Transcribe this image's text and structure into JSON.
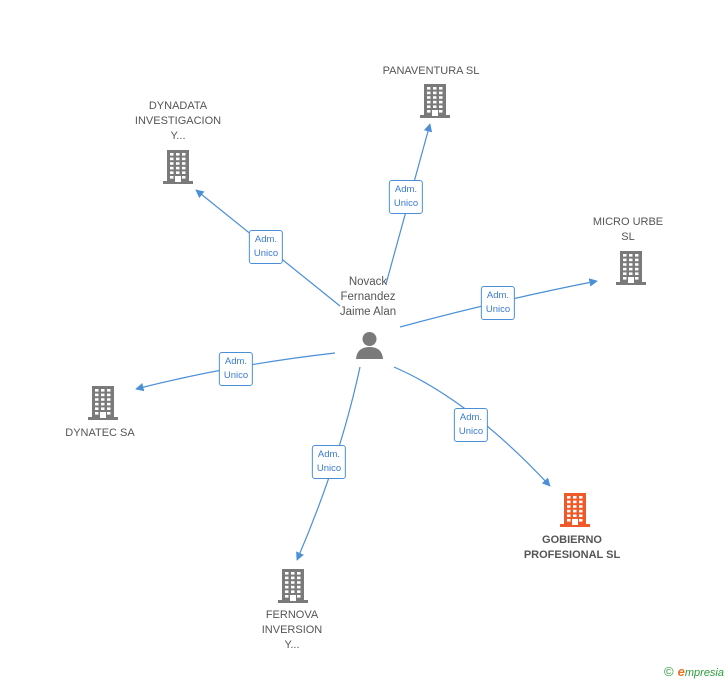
{
  "colors": {
    "edge": "#4a8fd8",
    "building": "#7a7a7a",
    "highlight": "#f05a28",
    "badge_text": "#3a7bd0"
  },
  "person": {
    "name": "Novack\nFernandez\nJaime Alan",
    "icon": "person-icon"
  },
  "companies": [
    {
      "id": "panaventura",
      "name": "PANAVENTURA SL",
      "highlight": false,
      "icon": "building-icon"
    },
    {
      "id": "dynadata",
      "name": "DYNADATA\nINVESTIGACION\nY...",
      "highlight": false,
      "icon": "building-icon"
    },
    {
      "id": "microurbe",
      "name": "MICRO URBE\nSL",
      "highlight": false,
      "icon": "building-icon"
    },
    {
      "id": "dynatec",
      "name": "DYNATEC SA",
      "highlight": false,
      "icon": "building-icon"
    },
    {
      "id": "gobierno",
      "name": "GOBIERNO\nPROFESIONAL SL",
      "highlight": true,
      "icon": "building-icon"
    },
    {
      "id": "fernova",
      "name": "FERNOVA\nINVERSION\nY...",
      "highlight": false,
      "icon": "building-icon"
    }
  ],
  "relation_label": "Adm.\nUnico",
  "footer": {
    "copyright": "©",
    "brand_initial": "e",
    "brand_rest": "mpresia"
  }
}
